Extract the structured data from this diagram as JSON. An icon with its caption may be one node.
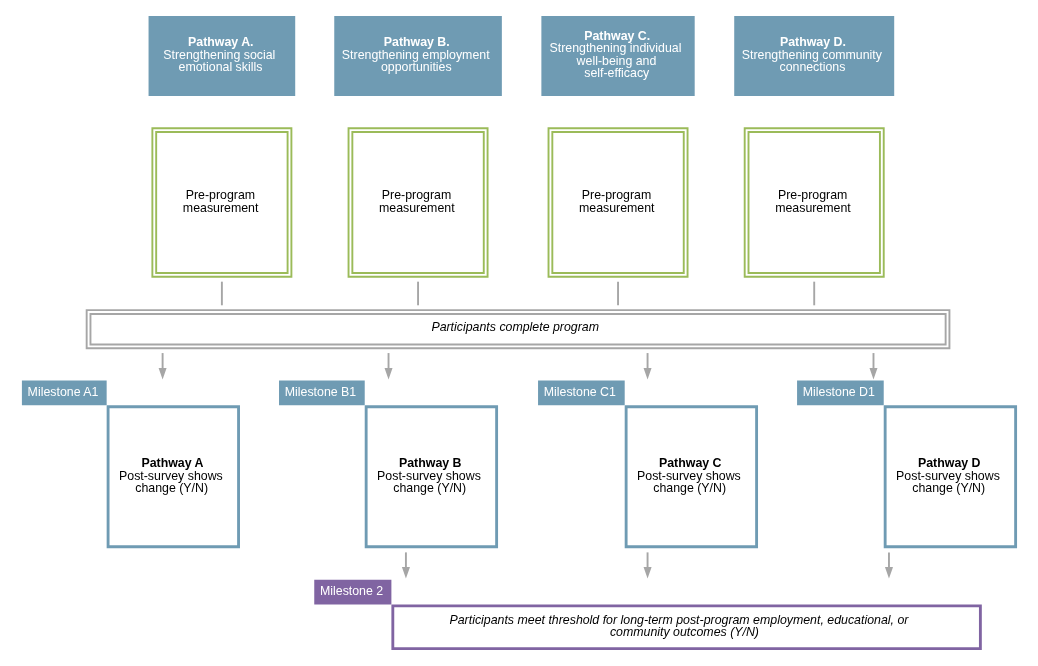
{
  "diagram": {
    "nodes": [
      {
        "text": [
          "Pathway A.",
          "Strengthening social emotional skills"
        ]
      },
      {
        "text": [
          "Pathway B.",
          "Strengthening employment opportunities"
        ]
      },
      {
        "text": [
          "Pathway C.",
          "Strengthening individual well-being and self-efficacy"
        ]
      },
      {
        "text": [
          "Pathway D.",
          "Strengthening community connections"
        ]
      },
      {
        "text": [
          "Pre-program measurement"
        ]
      },
      {
        "text": [
          "Pre-program measurement"
        ]
      },
      {
        "text": [
          "Pre-program measurement"
        ]
      },
      {
        "text": [
          "Pre-program measurement"
        ]
      },
      {
        "text": [
          "Participants complete program"
        ]
      },
      {
        "text": [
          "Milestone A1",
          "Pathway A",
          "Post-survey shows change (Y/N)"
        ]
      },
      {
        "text": [
          "Milestone B1",
          "Pathway B",
          "Post-survey shows change (Y/N)"
        ]
      },
      {
        "text": [
          "Milestone C1",
          "Pathway C",
          "Post-survey shows change (Y/N)"
        ]
      },
      {
        "text": [
          "Milestone D1",
          "Pathway D",
          "Post-survey shows change (Y/N)"
        ]
      },
      {
        "text": [
          "Milestone 2",
          "Participants meet threshold for long-term post-program employment, educational, or community outcomes (Y/N)"
        ]
      }
    ],
    "edges": [
      {
        "from": 4,
        "to": 8,
        "arrow": "none"
      },
      {
        "from": 5,
        "to": 8,
        "arrow": "none"
      },
      {
        "from": 6,
        "to": 8,
        "arrow": "none"
      },
      {
        "from": 7,
        "to": 8,
        "arrow": "none"
      },
      {
        "from": 8,
        "to": 9,
        "arrow": "to"
      },
      {
        "from": 8,
        "to": 10,
        "arrow": "to"
      },
      {
        "from": 8,
        "to": 11,
        "arrow": "to"
      },
      {
        "from": 8,
        "to": 12,
        "arrow": "to"
      },
      {
        "from": 10,
        "to": 13,
        "arrow": "to"
      },
      {
        "from": 11,
        "to": 13,
        "arrow": "to"
      },
      {
        "from": 12,
        "to": 13,
        "arrow": "to"
      }
    ]
  }
}
